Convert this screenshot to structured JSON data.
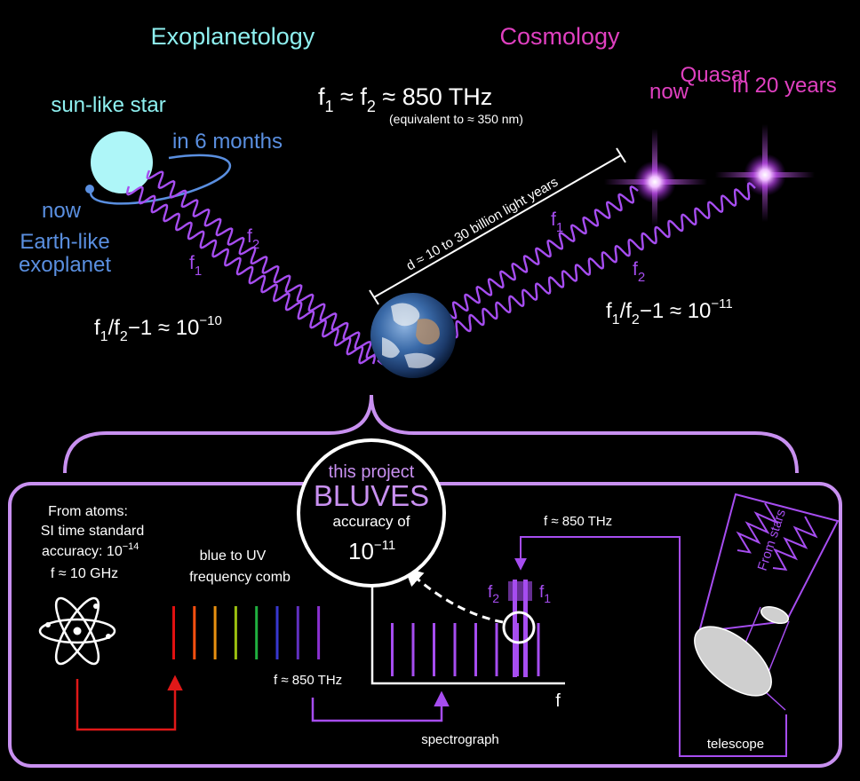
{
  "sections": {
    "exo_title": "Exoplanetology",
    "cosmo_title": "Cosmology"
  },
  "exoplanet": {
    "star_label": "sun-like star",
    "in_6_months": "in 6 months",
    "now": "now",
    "planet_line1": "Earth-like",
    "planet_line2": "exoplanet",
    "f1": "f",
    "f1_sub": "1",
    "f2": "f",
    "f2_sub": "2",
    "ratio_a": "f",
    "ratio_sub1": "1",
    "ratio_b": "/f",
    "ratio_sub2": "2",
    "ratio_c": "−1 ≈ 10",
    "ratio_exp": "−10"
  },
  "center": {
    "freq_a": "f",
    "freq_sub1": "1",
    "freq_b": " ≈ f",
    "freq_sub2": "2",
    "freq_c": " ≈ 850 THz",
    "equiv": "(equivalent to  ≈ 350 nm)"
  },
  "cosmology": {
    "quasar": "Quasar",
    "now": "now",
    "in_20_years": "in 20 years",
    "distance": "d ≈ 10 to 30 billion light years",
    "f1": "f",
    "f1_sub": "1",
    "f2": "f",
    "f2_sub": "2",
    "ratio_a": "f",
    "ratio_sub1": "1",
    "ratio_b": "/f",
    "ratio_sub2": "2",
    "ratio_c": "−1 ≈ 10",
    "ratio_exp": "−11"
  },
  "project": {
    "line1": "this project",
    "name": "BLUVES",
    "line3": "accuracy of",
    "acc_base": "10",
    "acc_exp": "−11"
  },
  "lab": {
    "atoms_line1": "From atoms:",
    "atoms_line2": "SI time standard",
    "atoms_line3a": "accuracy: 10",
    "atoms_line3_exp": "−14",
    "atoms_line4": "f ≈ 10 GHz",
    "comb_line1": "blue to UV",
    "comb_line2": "frequency comb",
    "comb_freq": "f ≈ 850 THz",
    "spectro_freq": "f ≈ 850 THz",
    "spectro_f2": "f",
    "spectro_f2_sub": "2",
    "spectro_f1": "f",
    "spectro_f1_sub": "1",
    "axis_f": "f",
    "spectrograph": "spectrograph",
    "from_stars": "From stars",
    "telescope": "telescope"
  },
  "colors": {
    "cyan": "#8ef0f0",
    "magenta": "#e040c0",
    "blue": "#5a8fe0",
    "purple": "#a64df0",
    "lavender": "#c890f0",
    "red": "#e01818",
    "white": "#ffffff"
  },
  "comb_colors": [
    "#e01010",
    "#ff5010",
    "#e89010",
    "#9bc010",
    "#20b040",
    "#3838d0",
    "#6030c0",
    "#8a30d0"
  ]
}
